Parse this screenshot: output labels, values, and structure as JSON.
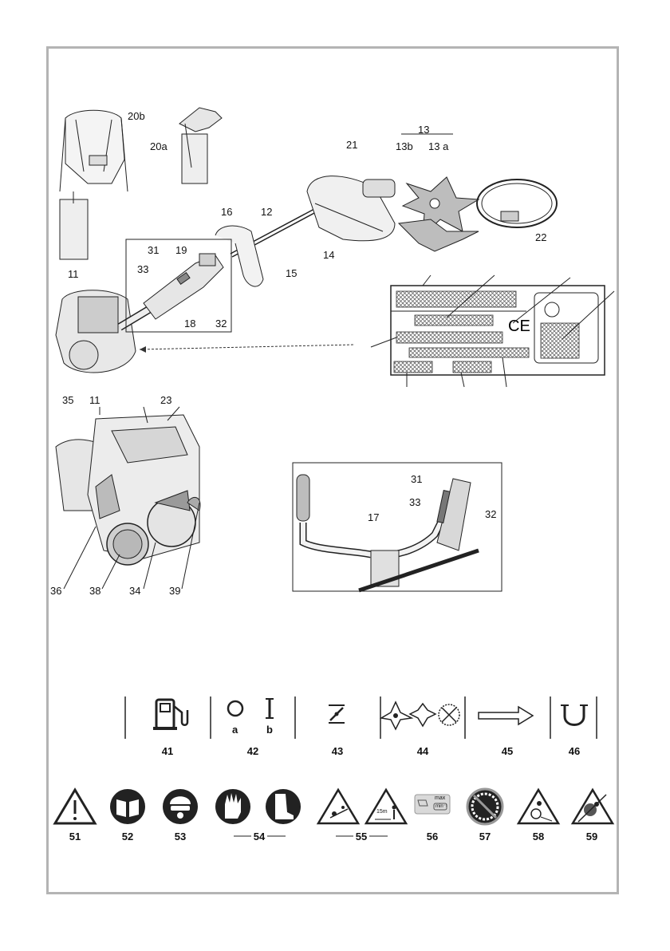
{
  "parts": {
    "p20b": "20b",
    "p20a": "20a",
    "p13": "13",
    "p13b": "13b",
    "p13a": "13 a",
    "p21": "21",
    "p16": "16",
    "p12": "12",
    "p22": "22",
    "p14": "14",
    "p31": "31",
    "p19": "19",
    "p33": "33",
    "p15": "15",
    "p11": "11",
    "p18": "18",
    "p32": "32",
    "eng35": "35",
    "eng11": "11",
    "eng23": "23",
    "eng36": "36",
    "eng38": "38",
    "eng34": "34",
    "eng39": "39",
    "h31": "31",
    "h33": "33",
    "h32": "32",
    "h17": "17"
  },
  "symbols_row1": [
    {
      "label": "41",
      "icon": "fuel-pump-icon"
    },
    {
      "label": "42",
      "icon": "on-off-icon",
      "sub_a": "a",
      "sub_b": "b"
    },
    {
      "label": "43",
      "icon": "choke-icon"
    },
    {
      "label": "44",
      "icon": "blade-types-icon"
    },
    {
      "label": "45",
      "icon": "arrow-right-icon"
    },
    {
      "label": "46",
      "icon": "handle-icon"
    }
  ],
  "symbols_row2": [
    {
      "label": "51",
      "icon": "warning-triangle-icon"
    },
    {
      "label": "52",
      "icon": "read-manual-icon"
    },
    {
      "label": "53",
      "icon": "head-protection-icon"
    },
    {
      "label": "54",
      "icon": "gloves-boots-icon"
    },
    {
      "label": "55",
      "icon": "distance-warning-icon",
      "distance": "15m"
    },
    {
      "label": "56",
      "icon": "max-rpm-icon",
      "max": "max",
      "unit": "min⁻¹"
    },
    {
      "label": "57",
      "icon": "no-saw-blade-icon"
    },
    {
      "label": "58",
      "icon": "thrown-objects-icon"
    },
    {
      "label": "59",
      "icon": "no-bystanders-icon"
    }
  ],
  "colors": {
    "frame": "#b4b4b4",
    "ink": "#1a1a1a",
    "hatch": "#555555",
    "fill_gray": "#d9d9d9"
  }
}
